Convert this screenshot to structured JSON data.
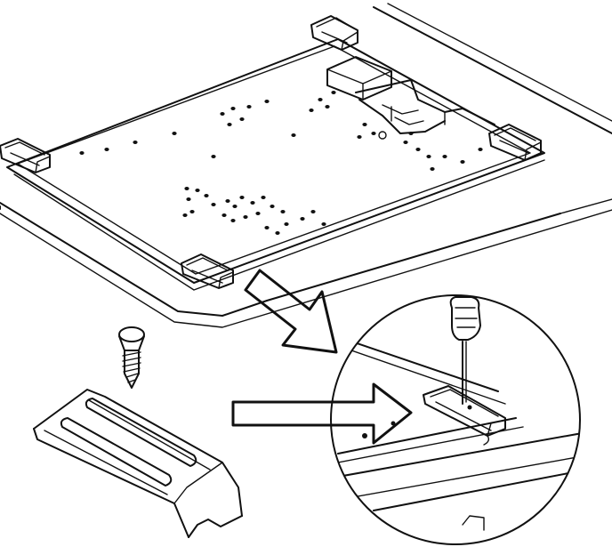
{
  "diagram": {
    "ink_color": "#111111",
    "background_color": "#ffffff",
    "parts": [
      "table-underside",
      "mounting-plate",
      "corner-bracket",
      "wood-screw",
      "bracket-detail",
      "screwdriver"
    ],
    "callout_arrows": 2,
    "corner_brackets_on_plate": 4
  }
}
